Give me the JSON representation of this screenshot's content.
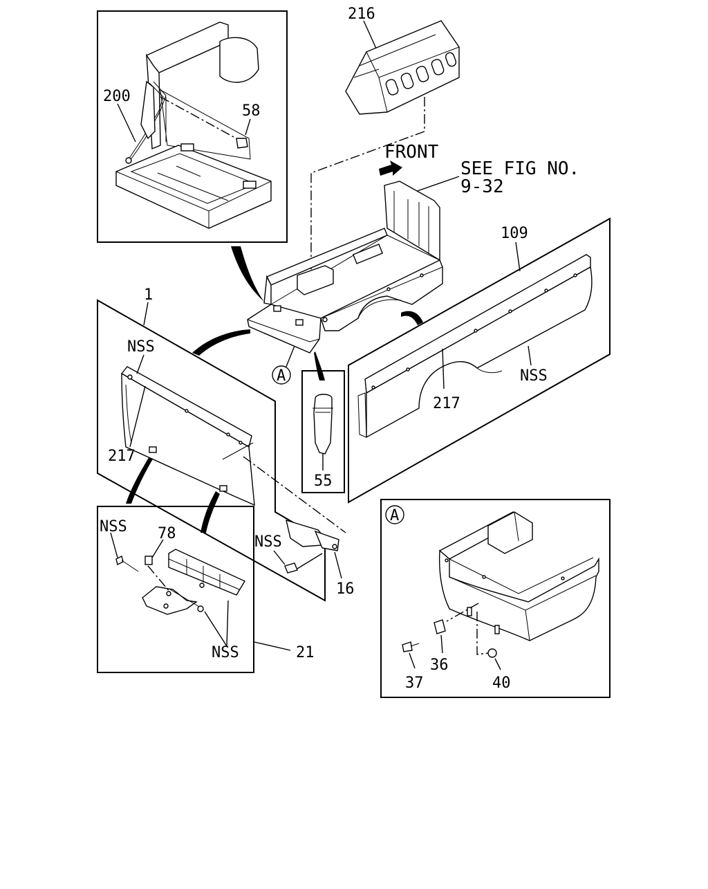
{
  "labels": {
    "l216": "216",
    "l200": "200",
    "l58": "58",
    "front": "FRONT",
    "see_fig": "SEE FIG NO.",
    "fig_no": "9-32",
    "l109": "109",
    "l1": "1",
    "nss_top": "NSS",
    "nss_right": "NSS",
    "l217_left": "217",
    "l217_right": "217",
    "circle_a": "A",
    "l55": "55",
    "nss_hinge_left": "NSS",
    "l78": "78",
    "nss_latch": "NSS",
    "l16": "16",
    "nss_bottom": "NSS",
    "l21": "21",
    "circle_a2": "A",
    "l36": "36",
    "l37": "37",
    "l40": "40"
  }
}
